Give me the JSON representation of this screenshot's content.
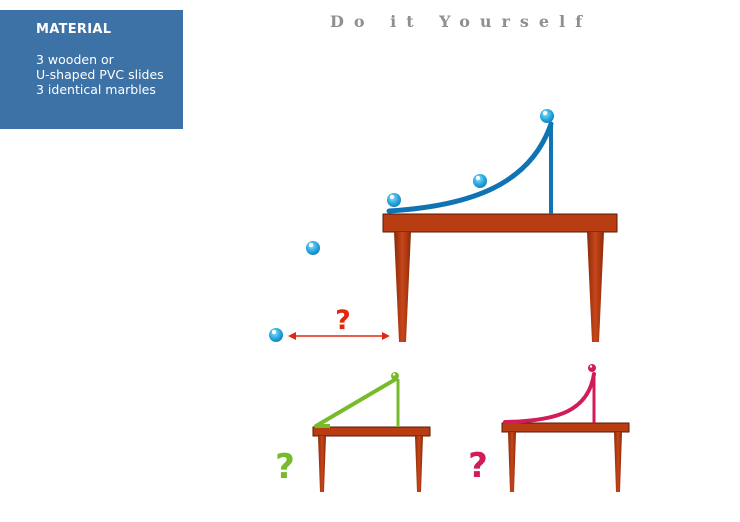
{
  "material": {
    "title": "MATERIAL",
    "lines": [
      "3 wooden or",
      "U-shaped PVC slides",
      "3 identical marbles"
    ]
  },
  "page_title": "Do it Yourself",
  "question_mark": "?",
  "colors": {
    "panel": "#3d72a6",
    "title_text": "#8f8f8f",
    "table_top": "#b83d12",
    "table_leg": "#b83d12",
    "slide_blue": "#0f74b3",
    "slide_green": "#78bb2a",
    "slide_pink": "#d21c57",
    "marble_blue": "#29abe2",
    "arrow_red": "#e2270f",
    "question_red": "#e2270f",
    "question_green": "#78bb2a",
    "question_pink": "#d21c57"
  },
  "icons": {
    "marble": "marble-icon",
    "question": "question-mark-icon",
    "arrow": "double-arrow-icon"
  }
}
